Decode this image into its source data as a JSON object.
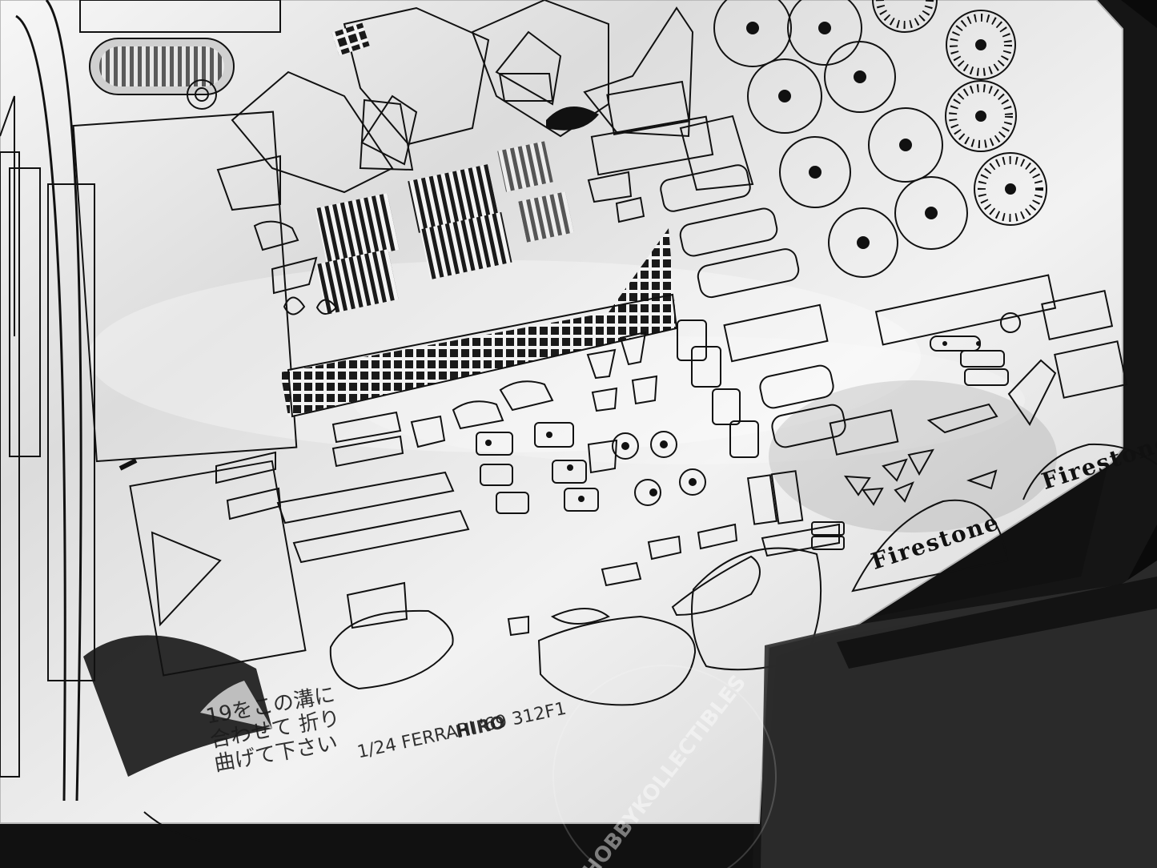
{
  "sheet": {
    "japanese_note": "19をこの溝に\n合わせて\n折り曲げて下さい",
    "kit_name": "1/24 FERRARI '69 312F1",
    "brand": "HIRO",
    "firestone_label": "Firestone"
  },
  "watermark": {
    "text": "HOBBYKOLLECTIBLES"
  }
}
